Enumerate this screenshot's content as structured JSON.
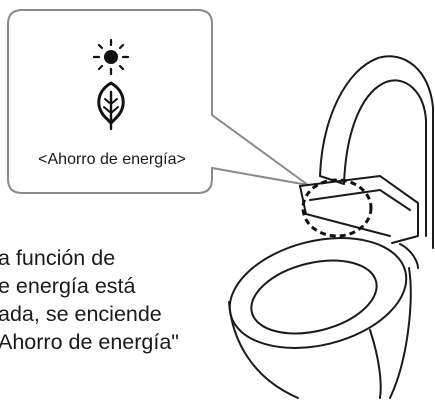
{
  "callout": {
    "label": "<Ahorro de energía>",
    "icons": [
      "sun-icon",
      "leaf-icon"
    ]
  },
  "description": {
    "lines": [
      "a función de",
      "e energía está",
      "ada, se enciende",
      "Ahorro de energía\""
    ]
  },
  "colors": {
    "line": "#1a1a1a",
    "background": "#ffffff"
  }
}
